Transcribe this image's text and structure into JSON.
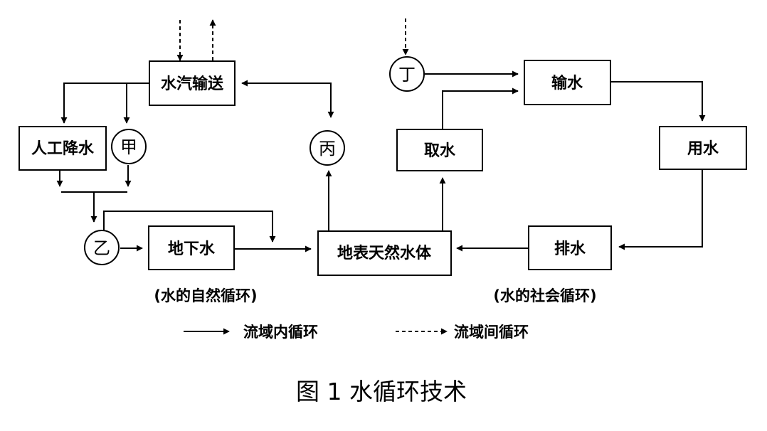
{
  "nodes": {
    "vapor": "水汽输送",
    "rain": "人工降水",
    "jia": "甲",
    "yi": "乙",
    "ground": "地下水",
    "bing": "丙",
    "surface": "地表天然水体",
    "ding": "丁",
    "intake": "取水",
    "transport": "输水",
    "use": "用水",
    "drain": "排水"
  },
  "labels": {
    "natural": "(水的自然循环)",
    "social": "(水的社会循环)"
  },
  "legend": {
    "inner": "流域内循环",
    "outer": "流域间循环"
  },
  "caption": "图 1  水循环技术"
}
